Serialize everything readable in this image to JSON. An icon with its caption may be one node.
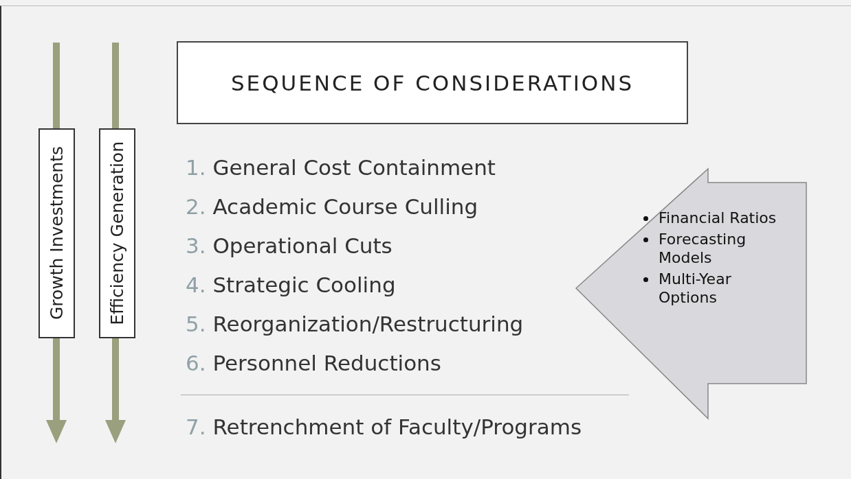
{
  "diagram": {
    "nodes": [
      {
        "text": [
          "SEQUENCE OF CONSIDERATIONS"
        ]
      },
      {
        "text": [
          "Growth Investments"
        ]
      },
      {
        "text": [
          "Efficiency Generation"
        ]
      },
      {
        "text": [
          "Financial Ratios",
          "Forecasting Models",
          "Multi-Year Options"
        ]
      }
    ],
    "labels": [
      "1. General Cost Containment",
      "2. Academic Course Culling",
      "3. Operational Cuts",
      "4. Strategic Cooling",
      "5. Reorganization/Restructuring",
      "6. Personnel Reductions",
      "7. Retrenchment of Faculty/Programs"
    ]
  }
}
